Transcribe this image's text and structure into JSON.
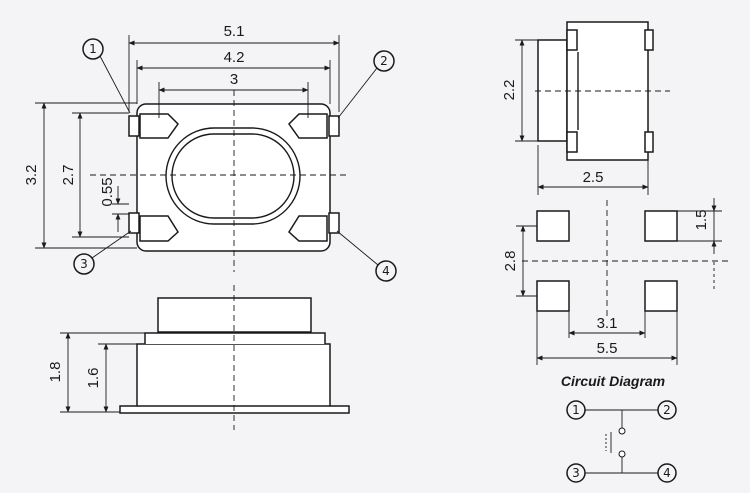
{
  "top_view": {
    "dims": {
      "width_total": "5.1",
      "width_body": "4.2",
      "width_inner": "3",
      "height_total": "3.2",
      "height_body": "2.7",
      "pin_width": "0.55"
    },
    "pins": [
      "1",
      "2",
      "3",
      "4"
    ]
  },
  "side_view": {
    "dims": {
      "height_total": "1.8",
      "height_body": "1.6"
    }
  },
  "right_side_view": {
    "dims": {
      "height": "2.2",
      "width": "2.5"
    }
  },
  "footprint": {
    "dims": {
      "pad_pitch_v": "2.8",
      "pad_height": "1.5",
      "pitch_inner": "3.1",
      "pitch_outer": "5.5"
    }
  },
  "circuit": {
    "title": "Circuit Diagram",
    "pins": [
      "1",
      "2",
      "3",
      "4"
    ]
  }
}
